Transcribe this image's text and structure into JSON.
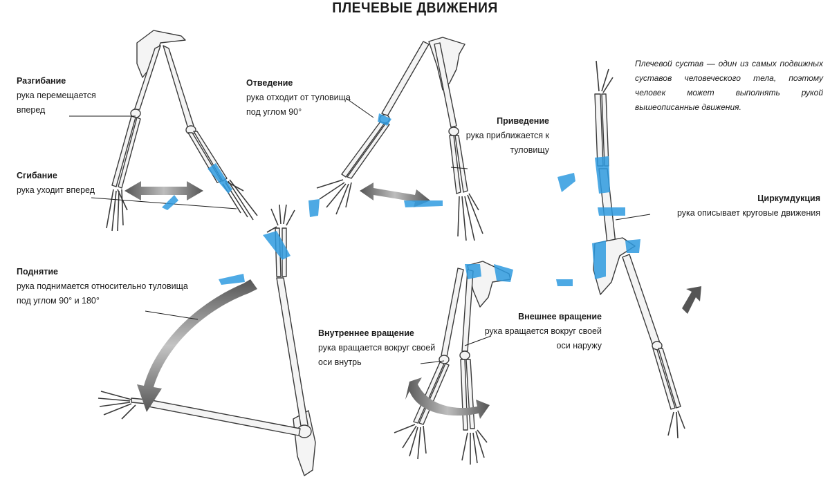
{
  "title": "ПЛЕЧЕВЫЕ ДВИЖЕНИЯ",
  "note": "Плечевой сустав — один из самых подвижных суставов человеческого тела, поэтому человек может выполнять рукой вышеописанные движения.",
  "labels": {
    "extension": {
      "title": "Разгибание",
      "desc": "рука перемещается вперед"
    },
    "flexion": {
      "title": "Сгибание",
      "desc": "рука уходит вперед"
    },
    "abduction": {
      "title": "Отведение",
      "desc": "рука отходит от туловища под углом 90°"
    },
    "adduction": {
      "title": "Приведение",
      "desc": "рука приближается к туловищу"
    },
    "elevation": {
      "title": "Поднятие",
      "desc": "рука поднимается относительно туловища под углом 90° и 180°"
    },
    "internal_rotation": {
      "title": "Внутреннее вращение",
      "desc": "рука вращается вокруг своей оси внутрь"
    },
    "external_rotation": {
      "title": "Внешнее вращение",
      "desc": "рука вращается вокруг своей оси наружу"
    },
    "circumduction": {
      "title": "Циркумдукция",
      "desc": "рука описывает круговые движения"
    }
  },
  "colors": {
    "bone": "#f4f4f4",
    "outline": "#3a3a3a",
    "arrow": "#6a6a6a",
    "watermark": "#2f9be0"
  }
}
